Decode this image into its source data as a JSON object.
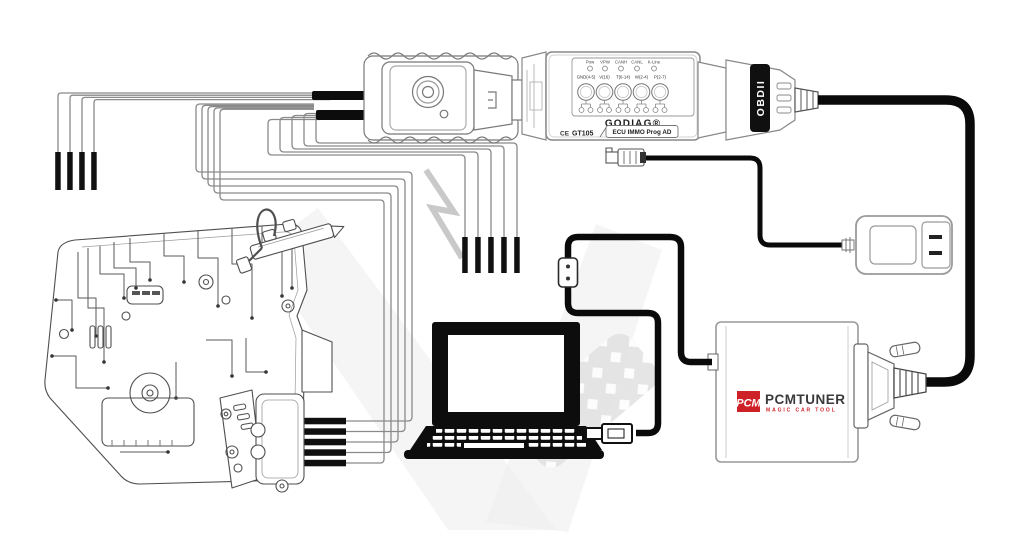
{
  "godiag": {
    "led_labels": [
      "Pow",
      "VPW",
      "CANH",
      "CANL",
      "K-Line"
    ],
    "port_labels": [
      "GND(4-5)",
      "V(16)",
      "T(6-14)",
      "W(2-4)",
      "P(2-7)"
    ],
    "brand": "GODIAG®",
    "ce_mark": "CE",
    "model": "GT105",
    "product": "ECU IMMO Prog AD",
    "obd_label": "OBDII"
  },
  "pcmtuner": {
    "badge": "PCM",
    "name": "PCMTUNER",
    "tagline": "MAGIC CAR TOOL",
    "badge_color": "#ce2127",
    "name_color": "#3a3a3c",
    "tagline_color": "#ce2127"
  }
}
